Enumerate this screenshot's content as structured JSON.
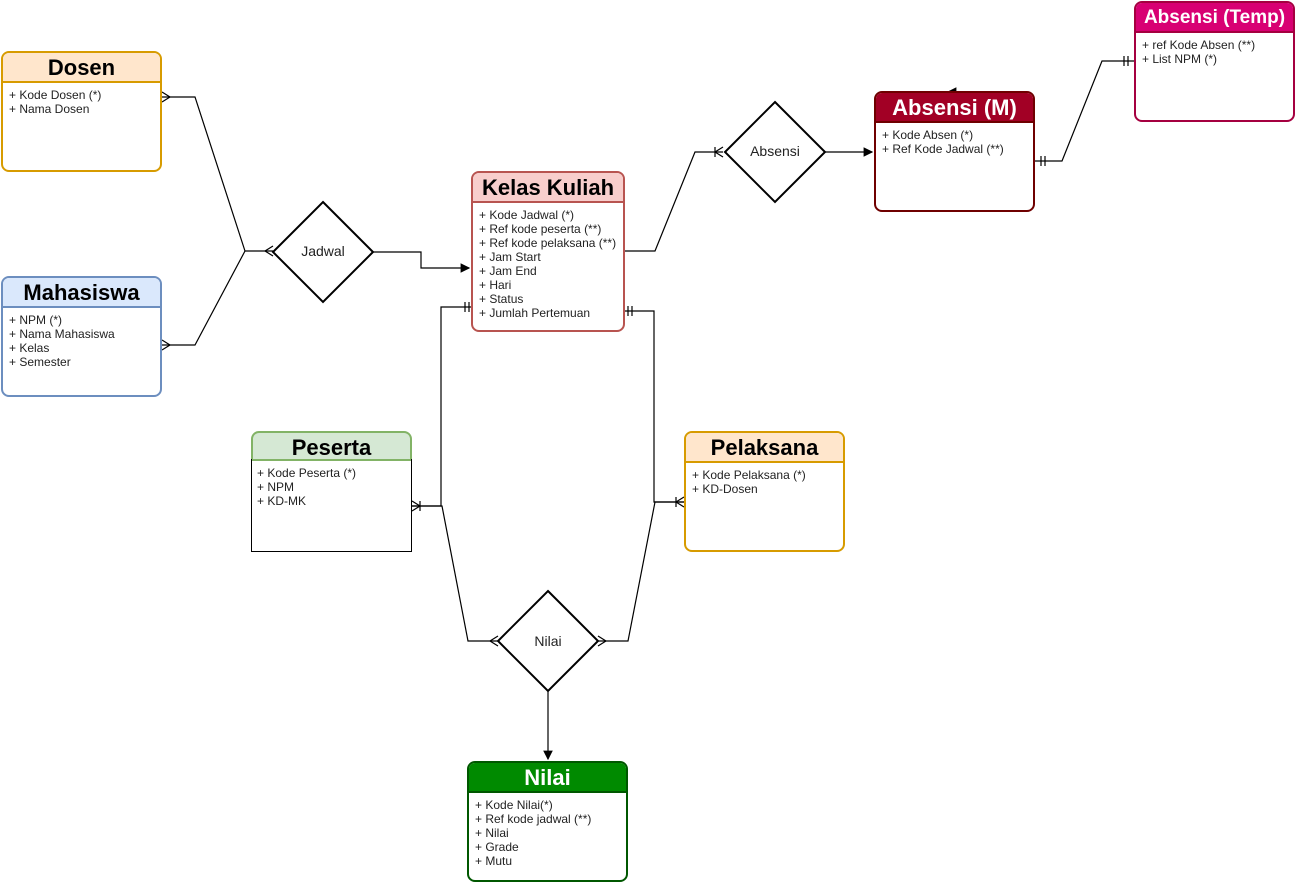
{
  "entities": {
    "dosen": {
      "title": "Dosen",
      "attrs": [
        "+ Kode Dosen (*)",
        "+ Nama Dosen"
      ]
    },
    "mahasiswa": {
      "title": "Mahasiswa",
      "attrs": [
        "+ NPM (*)",
        "+ Nama Mahasiswa",
        "+ Kelas",
        "+ Semester"
      ]
    },
    "kelas": {
      "title": "Kelas Kuliah",
      "attrs": [
        "+ Kode Jadwal (*)",
        "+ Ref kode peserta (**)",
        "+ Ref kode pelaksana (**)",
        "+ Jam Start",
        "+ Jam End",
        "+ Hari",
        "+ Status",
        "+ Jumlah Pertemuan"
      ]
    },
    "absensi_m": {
      "title": "Absensi (M)",
      "attrs": [
        "+ Kode Absen (*)",
        "+ Ref Kode Jadwal (**)"
      ]
    },
    "absensi_t": {
      "title": "Absensi (Temp)",
      "attrs": [
        "+ ref Kode Absen (**)",
        "+ List NPM (*)"
      ]
    },
    "peserta": {
      "title": "Peserta",
      "attrs": [
        "+ Kode Peserta (*)",
        "+ NPM",
        "+ KD-MK"
      ]
    },
    "pelaksana": {
      "title": "Pelaksana",
      "attrs": [
        "+ Kode Pelaksana (*)",
        "+ KD-Dosen"
      ]
    },
    "nilai": {
      "title": "Nilai",
      "attrs": [
        "+ Kode Nilai(*)",
        "+ Ref kode jadwal (**)",
        "+ Nilai",
        "+ Grade",
        "+ Mutu"
      ]
    }
  },
  "relationships": {
    "jadwal": "Jadwal",
    "absensi": "Absensi",
    "nilai": "Nilai"
  }
}
